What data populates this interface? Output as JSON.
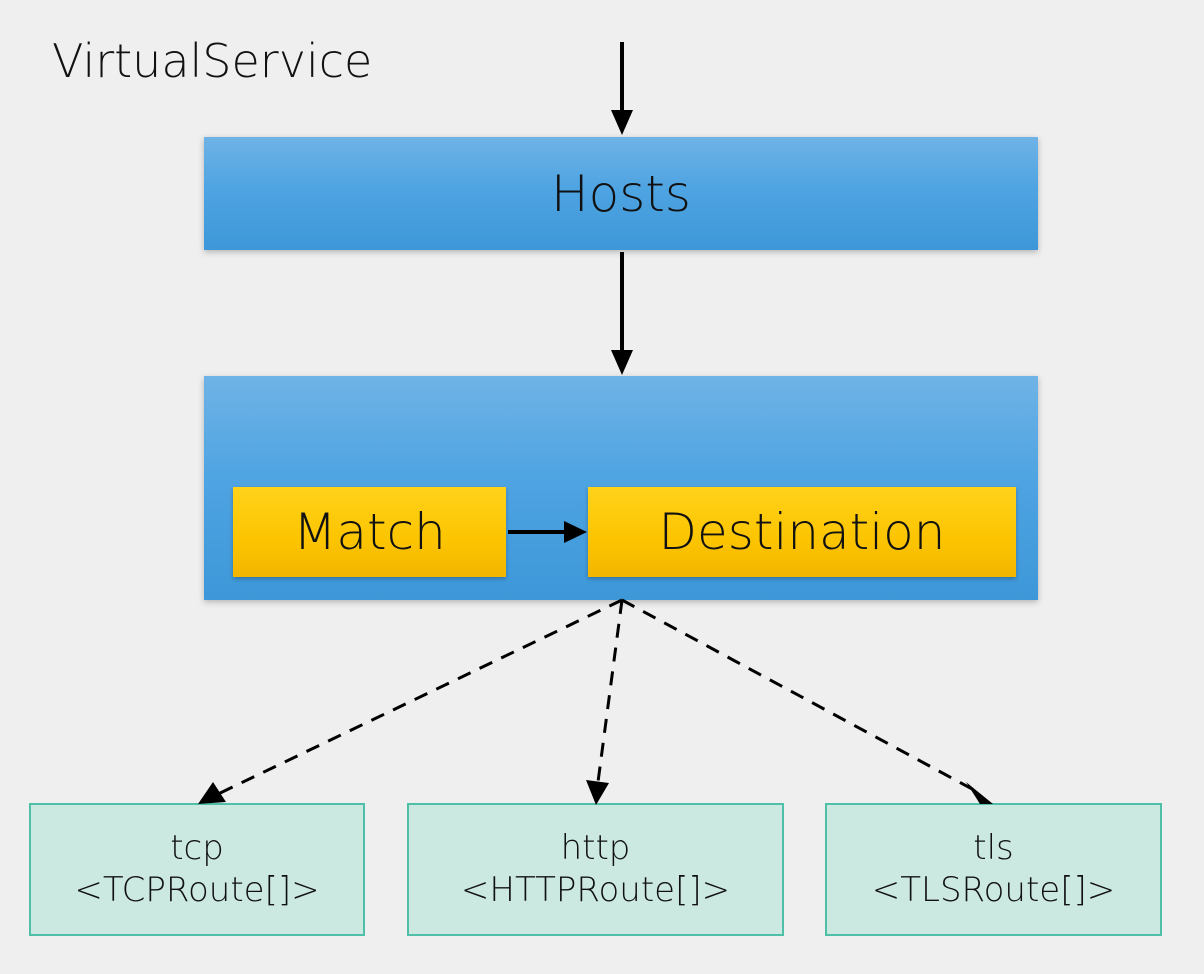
{
  "diagram": {
    "title": "VirtualService",
    "hosts_label": "Hosts",
    "match_label": "Match",
    "destination_label": "Destination",
    "routes": [
      {
        "name": "tcp",
        "type": "<TCPRoute[]>"
      },
      {
        "name": "http",
        "type": "<HTTPRoute[]>"
      },
      {
        "name": "tls",
        "type": "<TLSRoute[]>"
      }
    ],
    "colors": {
      "background": "#efefef",
      "blue_box": "#4fa4e2",
      "yellow_box": "#fcc400",
      "green_box_fill": "#cce9e1",
      "green_box_border": "#4fbfa7",
      "arrow": "#000000"
    }
  }
}
